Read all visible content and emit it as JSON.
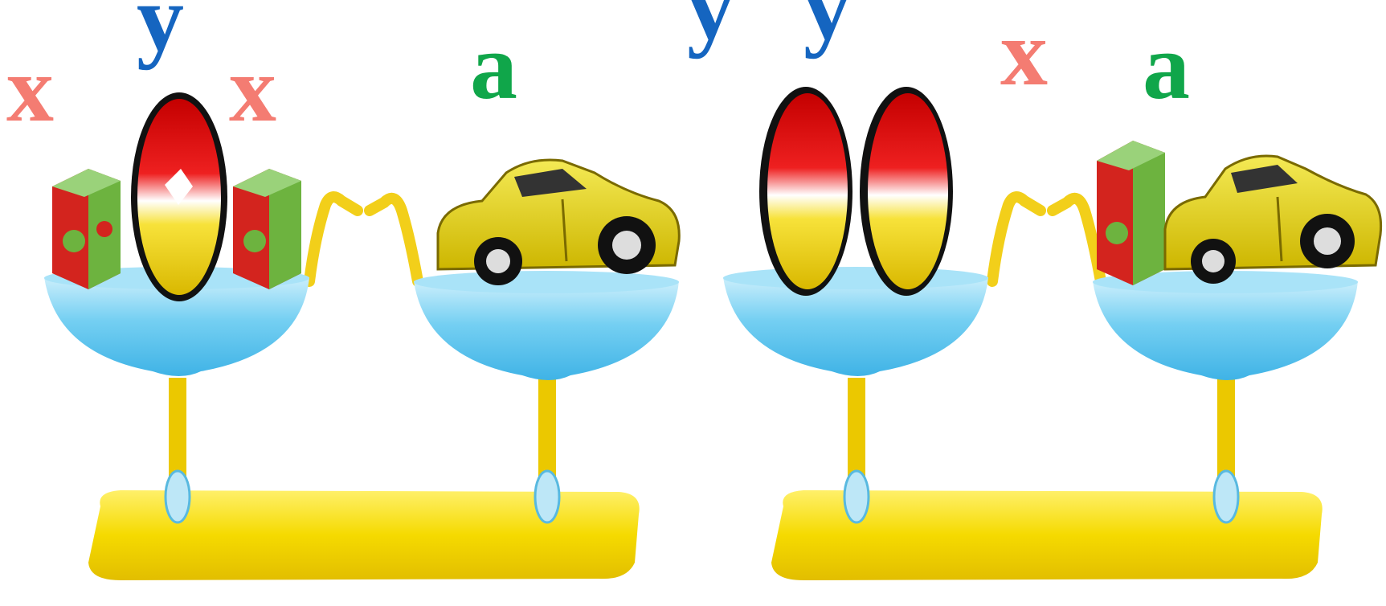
{
  "colors": {
    "x_label": "#F47C72",
    "y_label": "#1565C0",
    "a_label": "#10A64A",
    "pan": "#57C4EF",
    "base": "#F2D400",
    "post": "#E8C400",
    "ball_top": "#E31A1A",
    "ball_bottom": "#F2D92E",
    "car_body": "#E6D51C",
    "box_red": "#D3241E",
    "box_green": "#6DB33F"
  },
  "scales": [
    {
      "left_pan": {
        "items": [
          "box",
          "ball",
          "box"
        ],
        "labels": [
          "x",
          "y",
          "x"
        ]
      },
      "right_pan": {
        "items": [
          "car"
        ],
        "labels": [
          "a"
        ]
      }
    },
    {
      "left_pan": {
        "items": [
          "ball",
          "ball"
        ],
        "labels": [
          "y",
          "y"
        ]
      },
      "right_pan": {
        "items": [
          "box",
          "car"
        ],
        "labels": [
          "x",
          "a"
        ]
      }
    }
  ]
}
